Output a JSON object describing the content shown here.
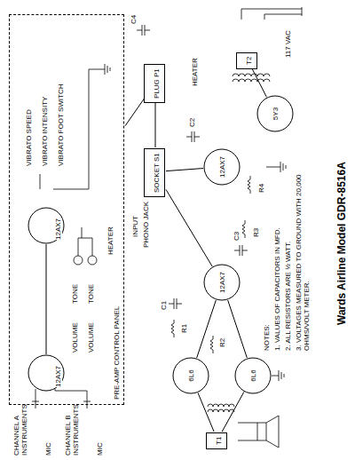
{
  "diagram": {
    "title": "Wards Airline Model GDR-8516A",
    "nodes": [
      {
        "text": [
          "PRE-AMP CONTROL PANEL"
        ]
      },
      {
        "text": [
          "12AX7"
        ],
        "in": 0
      },
      {
        "text": [
          "12AX7"
        ],
        "in": 0
      },
      {
        "text": [
          "PLUG P1"
        ]
      },
      {
        "text": [
          "SOCKET S1"
        ]
      },
      {
        "text": [
          "12AX7"
        ]
      },
      {
        "text": [
          "12AX7"
        ]
      },
      {
        "text": [
          "6L6"
        ]
      },
      {
        "text": [
          "6L6"
        ]
      },
      {
        "text": [
          "T1"
        ]
      },
      {
        "text": [
          "T2"
        ]
      },
      {
        "text": [
          "5Y3"
        ]
      }
    ],
    "edges": [
      {
        "from": 1,
        "to": 2,
        "arrow": "none"
      },
      {
        "from": 0,
        "to": 3,
        "arrow": "none"
      },
      {
        "from": 3,
        "to": 4,
        "arrow": "none"
      },
      {
        "from": 4,
        "to": 6,
        "arrow": "none"
      },
      {
        "from": 5,
        "to": 4,
        "arrow": "none"
      },
      {
        "from": 6,
        "to": 7,
        "arrow": "none"
      },
      {
        "from": 6,
        "to": 8,
        "arrow": "none"
      },
      {
        "from": 7,
        "to": 9,
        "arrow": "none"
      },
      {
        "from": 8,
        "to": 9,
        "arrow": "none"
      },
      {
        "from": 10,
        "to": 11,
        "arrow": "none"
      }
    ],
    "labels": [
      "CHANNEL A INSTRUMENTS",
      "MIC",
      "CHANNEL B INSTRUMENTS",
      "MIC",
      "VOLUME",
      "TONE",
      "VOLUME",
      "TONE",
      "VIBRATO SPEED",
      "VIBRATO INTENSITY",
      "VIBRATO FOOT SWITCH",
      "HEATER",
      "INPUT",
      "PHONO JACK",
      "HEATER",
      "117 VAC",
      "NOTES:",
      "1. VALUES OF CAPACITORS IN MFD.",
      "2. ALL RESISTORS ARE ½ WATT.",
      "3. VOLTAGES MEASURED TO GROUND WITH 20,000 OHMS/VOLT METER.",
      "R1",
      "R2",
      "R3",
      "R4",
      "C1",
      "C2",
      "C3",
      "C4"
    ]
  }
}
